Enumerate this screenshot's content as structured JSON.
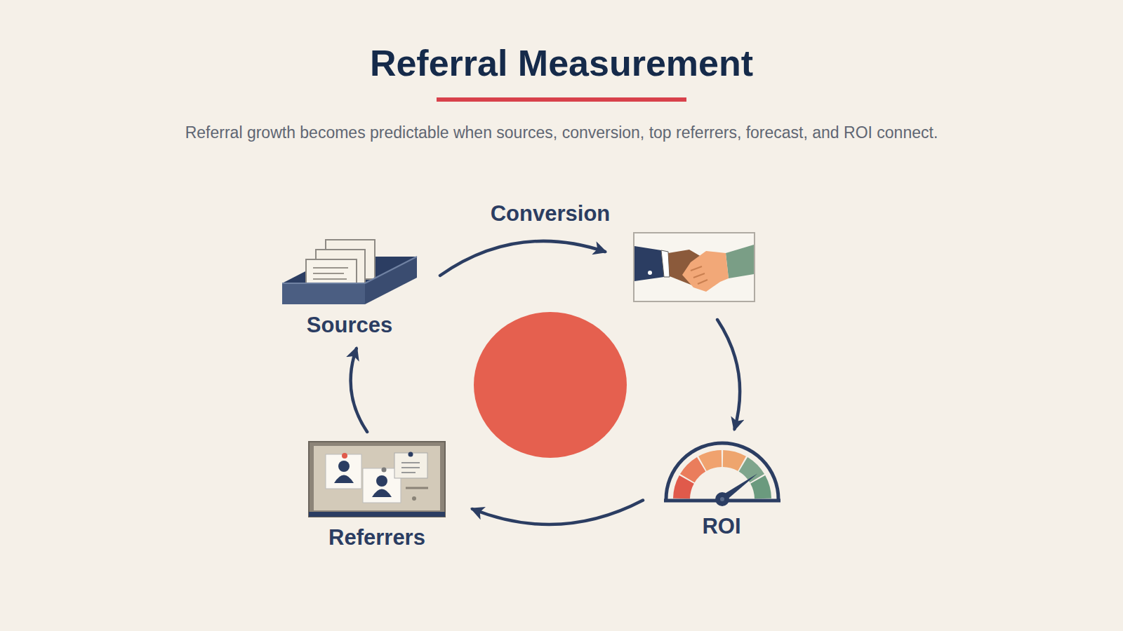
{
  "diagram": {
    "title": "Referral Measurement",
    "caption": "Referral growth becomes predictable when sources, conversion, top referrers, forecast, and ROI connect.",
    "nodes": [
      {
        "text": [
          "Sources"
        ]
      },
      {
        "text": [
          "Conversion"
        ]
      },
      {
        "text": [
          "ROI"
        ]
      },
      {
        "text": [
          "Referrers"
        ]
      }
    ],
    "edges": [
      {
        "from": 0,
        "to": 1,
        "arrow": "to"
      },
      {
        "from": 1,
        "to": 2,
        "arrow": "to"
      },
      {
        "from": 2,
        "to": 3,
        "arrow": "to"
      },
      {
        "from": 3,
        "to": 0,
        "arrow": "to"
      }
    ]
  }
}
